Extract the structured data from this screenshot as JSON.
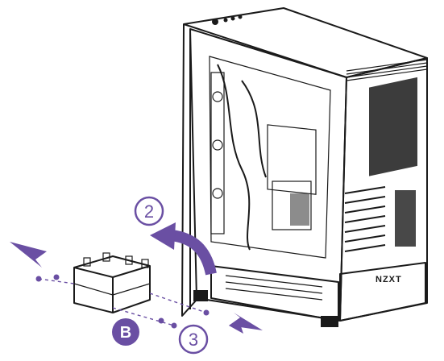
{
  "steps": {
    "step2": "2",
    "step3": "3"
  },
  "labels": {
    "part_b": "B"
  },
  "logo": "NZXT",
  "colors": {
    "accent": "#6a4fa3",
    "ink": "#1a1a1a",
    "background": "#ffffff"
  },
  "icons": {
    "arrow_left_in": "arrow-right-icon",
    "arrow_right_in": "arrow-left-icon",
    "curved_arrow": "curved-arrow-icon"
  }
}
